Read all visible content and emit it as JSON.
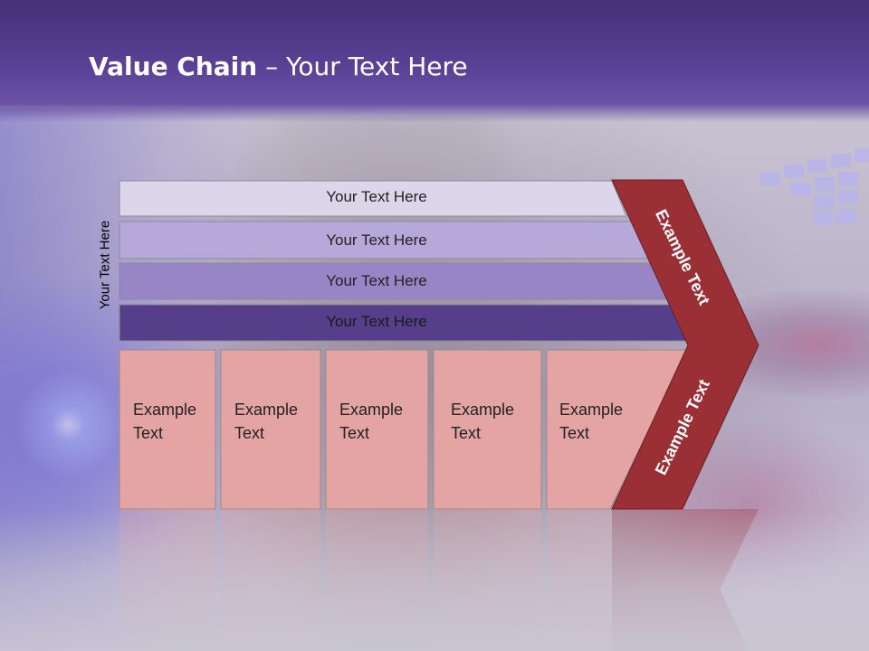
{
  "slide": {
    "title_bold": "Value Chain",
    "title_rest": " – Your Text Here",
    "vertical_label": "Your Text Here",
    "bars": [
      {
        "label": "Your Text Here",
        "color": "#dcd6ea"
      },
      {
        "label": "Your Text Here",
        "color": "#b6a8d8"
      },
      {
        "label": "Your Text Here",
        "color": "#9885c6"
      },
      {
        "label": "Your Text Here",
        "color": "#553f8a"
      }
    ],
    "boxes": [
      {
        "line1": "Example",
        "line2": "Text"
      },
      {
        "line1": "Example",
        "line2": "Text"
      },
      {
        "line1": "Example",
        "line2": "Text"
      },
      {
        "line1": "Example",
        "line2": "Text"
      },
      {
        "line1": "Example",
        "line2": "Text"
      }
    ],
    "chevron_top_label": "Example Text",
    "chevron_bottom_label": "Example Text",
    "colors": {
      "header": "#5a4196",
      "box_fill": "#e4a4a4",
      "chevron": "#9b2f36"
    }
  }
}
